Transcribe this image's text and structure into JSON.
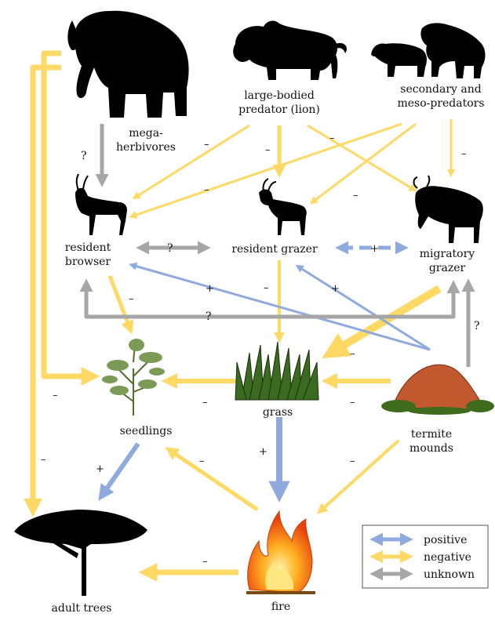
{
  "nodes": {
    "megaherbivores": {
      "line1": "mega-",
      "line2": "herbivores",
      "icon": "elephant-icon"
    },
    "lion": {
      "line1": "large-bodied",
      "line2": "predator (lion)",
      "icon": "lion-icon"
    },
    "meso": {
      "line1": "secondary and",
      "line2": "meso-predators",
      "icon": "hyena-icon"
    },
    "browser": {
      "line1": "resident",
      "line2": "browser",
      "icon": "antelope-icon"
    },
    "grazer": {
      "line1": "resident grazer",
      "icon": "hartebeest-icon"
    },
    "migratory": {
      "line1": "migratory",
      "line2": "grazer",
      "icon": "wildebeest-icon"
    },
    "seedlings": {
      "line1": "seedlings",
      "icon": "seedling-icon"
    },
    "grass": {
      "line1": "grass",
      "icon": "grass-icon"
    },
    "termite": {
      "line1": "termite",
      "line2": "mounds",
      "icon": "termite-mound-icon"
    },
    "trees": {
      "line1": "adult trees",
      "icon": "acacia-tree-icon"
    },
    "fire": {
      "line1": "fire",
      "icon": "fire-icon"
    }
  },
  "signs": {
    "q": "?",
    "minus": "–",
    "plus": "+"
  },
  "legend": {
    "positive": "positive",
    "negative": "negative",
    "unknown": "unknown"
  },
  "colors": {
    "positive": "#8FAADC",
    "negative": "#FFD966",
    "unknown": "#A6A6A6"
  }
}
